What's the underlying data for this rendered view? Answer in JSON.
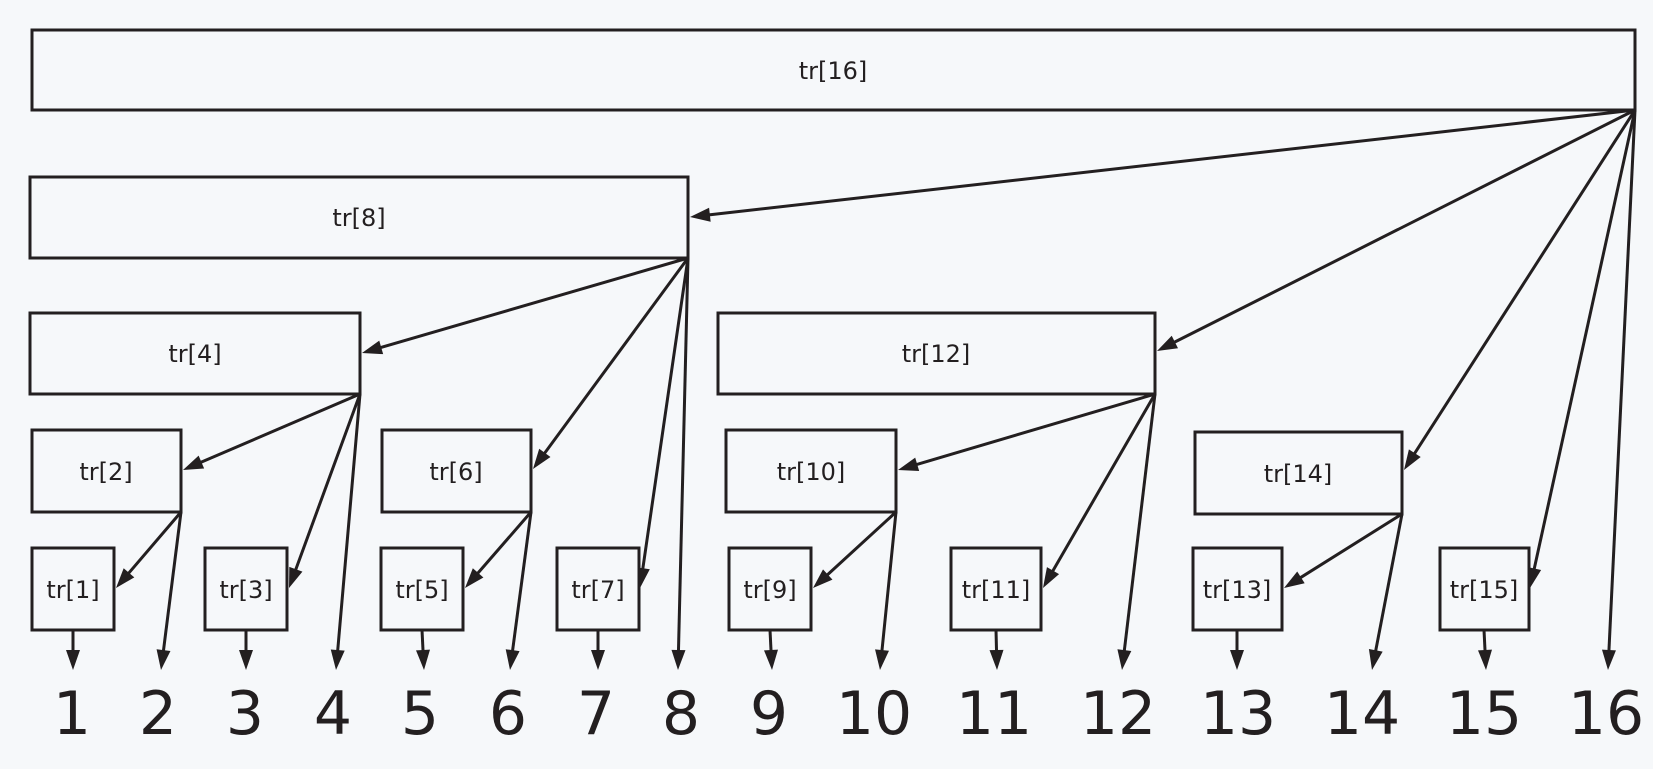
{
  "diagram": {
    "ink_color": "#231f20",
    "background_color": "#f6f8fa",
    "nodes": [
      {
        "id": "tr16",
        "label": "tr[16]"
      },
      {
        "id": "tr8",
        "label": "tr[8]"
      },
      {
        "id": "tr4",
        "label": "tr[4]"
      },
      {
        "id": "tr12",
        "label": "tr[12]"
      },
      {
        "id": "tr2",
        "label": "tr[2]"
      },
      {
        "id": "tr6",
        "label": "tr[6]"
      },
      {
        "id": "tr10",
        "label": "tr[10]"
      },
      {
        "id": "tr14",
        "label": "tr[14]"
      },
      {
        "id": "tr1",
        "label": "tr[1]"
      },
      {
        "id": "tr3",
        "label": "tr[3]"
      },
      {
        "id": "tr5",
        "label": "tr[5]"
      },
      {
        "id": "tr7",
        "label": "tr[7]"
      },
      {
        "id": "tr9",
        "label": "tr[9]"
      },
      {
        "id": "tr11",
        "label": "tr[11]"
      },
      {
        "id": "tr13",
        "label": "tr[13]"
      },
      {
        "id": "tr15",
        "label": "tr[15]"
      }
    ],
    "indices": [
      "1",
      "2",
      "3",
      "4",
      "5",
      "6",
      "7",
      "8",
      "9",
      "10",
      "11",
      "12",
      "13",
      "14",
      "15",
      "16"
    ],
    "edges": [
      {
        "from": "tr16",
        "to": "tr8"
      },
      {
        "from": "tr16",
        "to": "tr12"
      },
      {
        "from": "tr16",
        "to": "tr14"
      },
      {
        "from": "tr16",
        "to": "tr15"
      },
      {
        "from": "tr16",
        "to": "16"
      },
      {
        "from": "tr8",
        "to": "tr4"
      },
      {
        "from": "tr8",
        "to": "tr6"
      },
      {
        "from": "tr8",
        "to": "tr7"
      },
      {
        "from": "tr8",
        "to": "8"
      },
      {
        "from": "tr4",
        "to": "tr2"
      },
      {
        "from": "tr4",
        "to": "tr3"
      },
      {
        "from": "tr4",
        "to": "4"
      },
      {
        "from": "tr12",
        "to": "tr10"
      },
      {
        "from": "tr12",
        "to": "tr11"
      },
      {
        "from": "tr12",
        "to": "12"
      },
      {
        "from": "tr2",
        "to": "tr1"
      },
      {
        "from": "tr2",
        "to": "2"
      },
      {
        "from": "tr6",
        "to": "tr5"
      },
      {
        "from": "tr6",
        "to": "6"
      },
      {
        "from": "tr10",
        "to": "tr9"
      },
      {
        "from": "tr10",
        "to": "10"
      },
      {
        "from": "tr14",
        "to": "tr13"
      },
      {
        "from": "tr14",
        "to": "14"
      },
      {
        "from": "tr1",
        "to": "1"
      },
      {
        "from": "tr3",
        "to": "3"
      },
      {
        "from": "tr5",
        "to": "5"
      },
      {
        "from": "tr7",
        "to": "7"
      },
      {
        "from": "tr9",
        "to": "9"
      },
      {
        "from": "tr11",
        "to": "11"
      },
      {
        "from": "tr13",
        "to": "13"
      },
      {
        "from": "tr15",
        "to": "15"
      }
    ]
  }
}
